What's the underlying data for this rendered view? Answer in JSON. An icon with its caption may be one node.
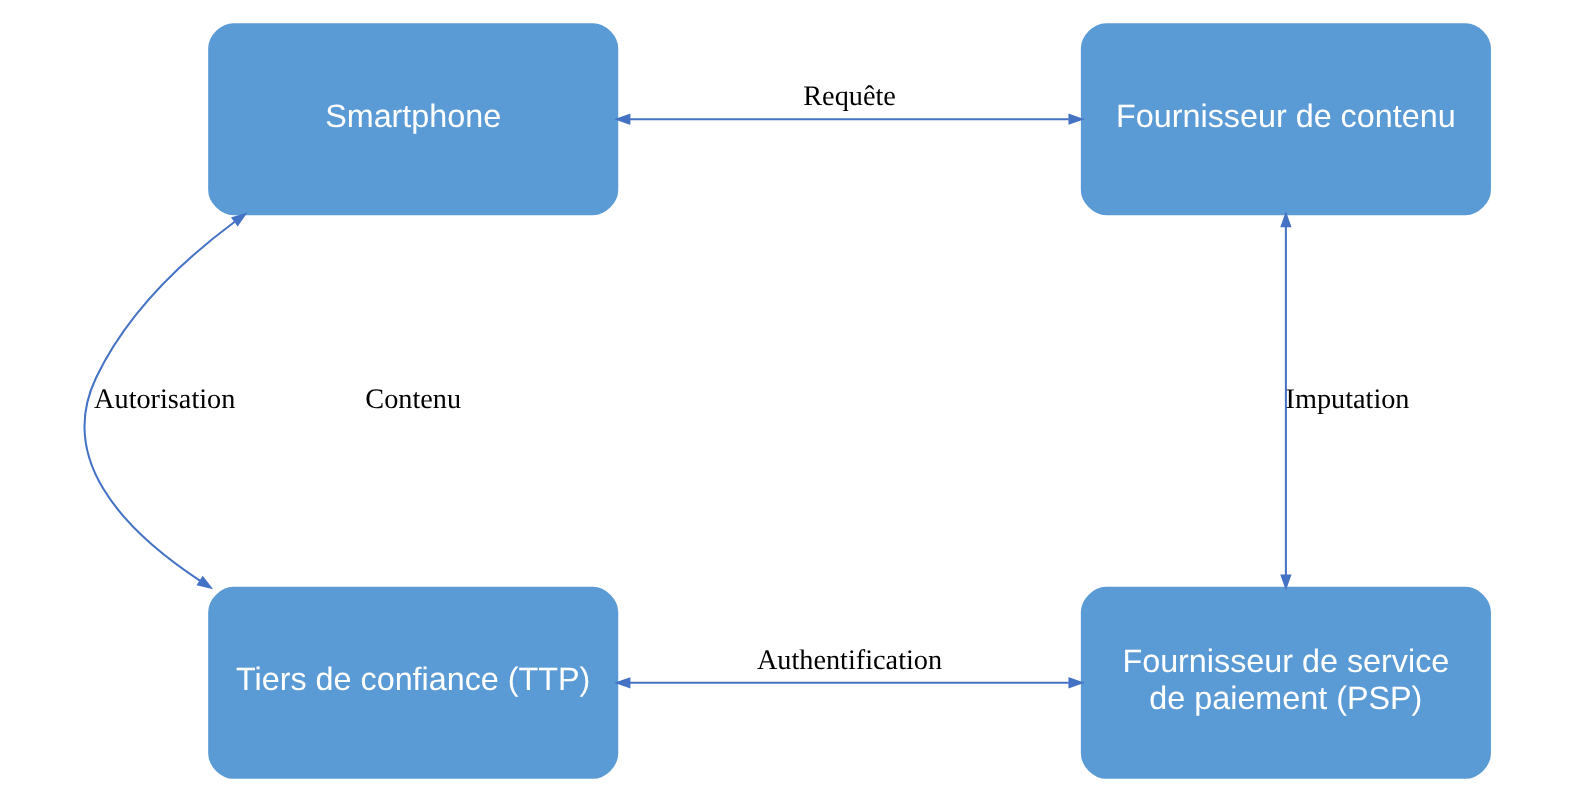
{
  "diagram": {
    "nodes": [
      {
        "text": [
          "Smartphone"
        ]
      },
      {
        "text": [
          "Fournisseur de contenu"
        ]
      },
      {
        "text": [
          "Tiers de confiance (TTP)"
        ]
      },
      {
        "text": [
          "Fournisseur de service de paiement (PSP)"
        ]
      }
    ],
    "edges": [
      {
        "from": 0,
        "to": 1,
        "arrow": "both",
        "label": "Requête"
      },
      {
        "from": 0,
        "to": 2,
        "arrow": "both",
        "label": "Autorisation"
      },
      {
        "from": 1,
        "to": 3,
        "arrow": "both",
        "label": "Imputation"
      },
      {
        "from": 2,
        "to": 3,
        "arrow": "both",
        "label": "Authentification"
      }
    ],
    "labels": [
      "Contenu"
    ]
  }
}
